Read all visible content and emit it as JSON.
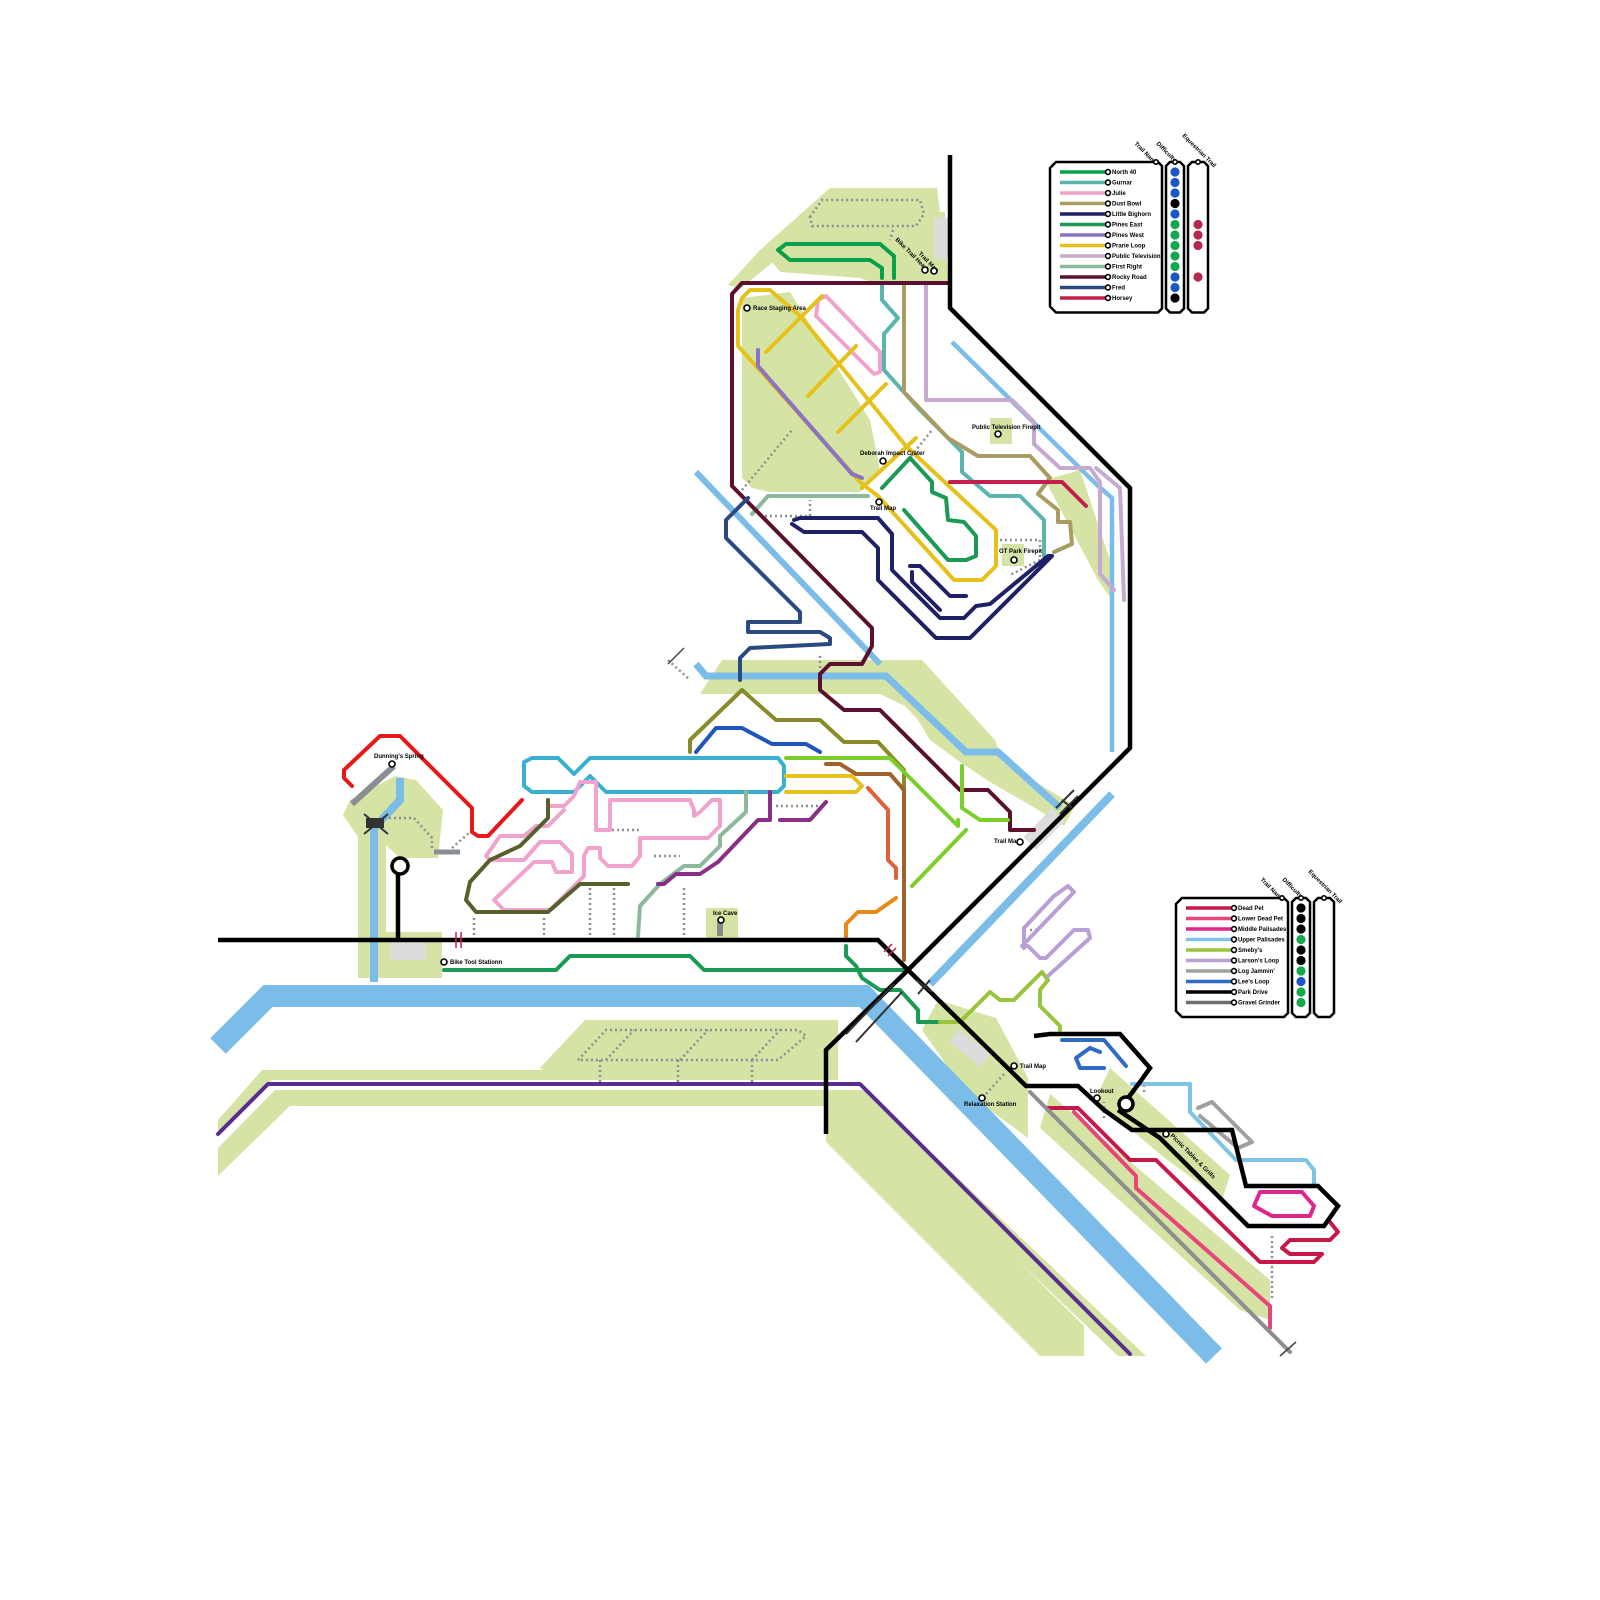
{
  "legend_top": {
    "headers": {
      "name": "Trail Name",
      "difficulty": "Difficulty",
      "equestrian": "Equestrian Trail"
    },
    "trails": [
      {
        "name": "North 40",
        "color": "#0aa04a",
        "difficulty": "#1a56c8",
        "equestrian": false
      },
      {
        "name": "Gurnar",
        "color": "#5bb5ae",
        "difficulty": "#1a56c8",
        "equestrian": false
      },
      {
        "name": "Julie",
        "color": "#f0a3cc",
        "difficulty": "#1a56c8",
        "equestrian": false
      },
      {
        "name": "Dust Bowl",
        "color": "#a89c63",
        "difficulty": "#000000",
        "equestrian": false
      },
      {
        "name": "Little Bighorn",
        "color": "#1f2166",
        "difficulty": "#1a56c8",
        "equestrian": false
      },
      {
        "name": "Pines East",
        "color": "#1a9a55",
        "difficulty": "#12a84b",
        "equestrian": true
      },
      {
        "name": "Pines West",
        "color": "#8a73c0",
        "difficulty": "#12a84b",
        "equestrian": true
      },
      {
        "name": "Prarie Loop",
        "color": "#e6c11c",
        "difficulty": "#12a84b",
        "equestrian": true
      },
      {
        "name": "Public Television",
        "color": "#c7a8cf",
        "difficulty": "#12a84b",
        "equestrian": false
      },
      {
        "name": "First Right",
        "color": "#8cb89c",
        "difficulty": "#12a84b",
        "equestrian": false
      },
      {
        "name": "Rocky Road",
        "color": "#5b1030",
        "difficulty": "#1a56c8",
        "equestrian": true
      },
      {
        "name": "Fred",
        "color": "#2b4a80",
        "difficulty": "#1a56c8",
        "equestrian": false
      },
      {
        "name": "Horsey",
        "color": "#c21f4c",
        "difficulty": "#000000",
        "equestrian": false
      }
    ]
  },
  "legend_bottom": {
    "headers": {
      "name": "Trail Name",
      "difficulty": "Difficulty",
      "equestrian": "Equestrian Trail"
    },
    "trails": [
      {
        "name": "Dead Pet",
        "color": "#c8184a",
        "difficulty": "#000000"
      },
      {
        "name": "Lower Dead Pet",
        "color": "#e8457a",
        "difficulty": "#000000"
      },
      {
        "name": "Middle Palisades",
        "color": "#e0268a",
        "difficulty": "#000000"
      },
      {
        "name": "Upper Palisades",
        "color": "#80c3e6",
        "difficulty": "#12a84b"
      },
      {
        "name": "Smeby's",
        "color": "#9ac43c",
        "difficulty": "#000000"
      },
      {
        "name": "Larson's Loop",
        "color": "#b89fd6",
        "difficulty": "#000000"
      },
      {
        "name": "Log Jammin'",
        "color": "#a0a0a0",
        "difficulty": "#12a84b"
      },
      {
        "name": "Lee's Loop",
        "color": "#2f6bc4",
        "difficulty": "#1a56c8"
      },
      {
        "name": "Park Drive",
        "color": "#000000",
        "difficulty": "#12a84b"
      },
      {
        "name": "Gravel Grinder",
        "color": "#6e6e6e",
        "difficulty": "#12a84b"
      }
    ]
  },
  "places": {
    "race_staging": "Race Staging Area",
    "bike_trail_head": "Bike Trail Head",
    "trail_map_north": "Trail Map",
    "public_tv_firepit": "Public Television Firepit",
    "deborah_crater": "Deborah Impact Crater",
    "trail_map_center": "Trail Map",
    "gt_park_firepit": "GT Park Firepit",
    "dunnings_spring": "Dunning's Spring",
    "trail_map_east": "Trail Map",
    "ice_cave": "Ice Cave",
    "bike_tool_station": "Bike Tool Stationn",
    "trail_map_south": "Trail Map",
    "relaxation_station": "Relaxation Station",
    "lookout": "Lookout",
    "picnic_tables": "Picnic Tables & Grills"
  },
  "colors": {
    "water": "#7bbde8",
    "park_land": "#d5e4a4",
    "road": "#000000",
    "facility": "#dcdcdc",
    "connector_dots": "#8a8f94"
  }
}
